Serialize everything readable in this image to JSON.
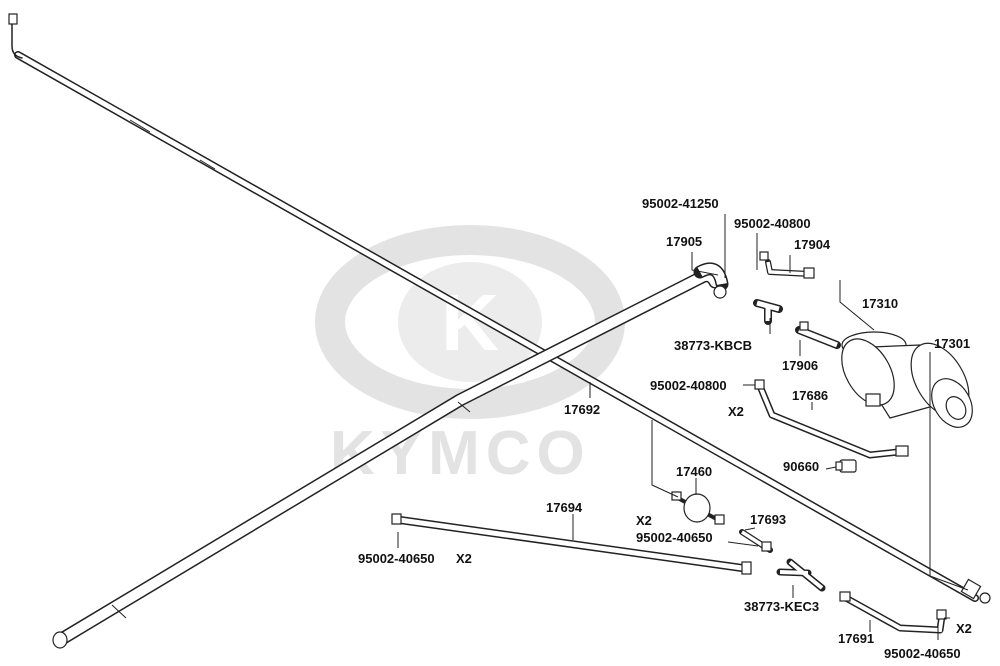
{
  "watermark": {
    "brand": "KYMCO",
    "logo_letter": "K"
  },
  "labels": {
    "l_95002_41250": "95002-41250",
    "l_17905": "17905",
    "l_95002_40800_top": "95002-40800",
    "l_17904": "17904",
    "l_17310": "17310",
    "l_38773_kbcb": "38773-KBCB",
    "l_17906": "17906",
    "l_17301": "17301",
    "l_95002_40800_mid": "95002-40800",
    "l_x2_mid": "X2",
    "l_17686": "17686",
    "l_17692": "17692",
    "l_90660": "90660",
    "l_17460": "17460",
    "l_17694": "17694",
    "l_x2_17460": "X2",
    "l_17693": "17693",
    "l_95002_40650_mid": "95002-40650",
    "l_95002_40650_left": "95002-40650",
    "l_x2_left": "X2",
    "l_38773_kec3": "38773-KEC3",
    "l_17691": "17691",
    "l_x2_right": "X2",
    "l_95002_40650_bottom": "95002-40650"
  }
}
